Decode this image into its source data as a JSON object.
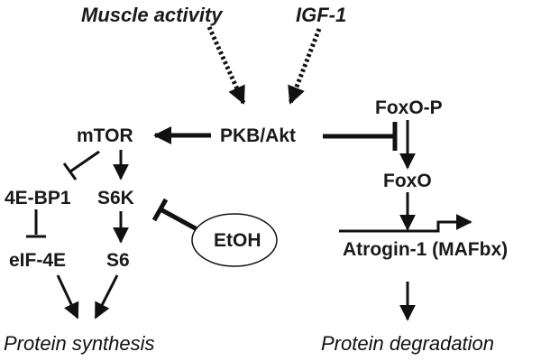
{
  "inputs": {
    "muscle_activity": "Muscle activity",
    "igf1": "IGF-1"
  },
  "nodes": {
    "pkb_akt": "PKB/Akt",
    "mtor": "mTOR",
    "foxo_p": "FoxO-P",
    "foxo": "FoxO",
    "four_e_bp1": "4E-BP1",
    "s6k": "S6K",
    "eif_4e": "eIF-4E",
    "s6": "S6",
    "etoh": "EtOH",
    "atrogin": "Atrogin-1 (MAFbx)"
  },
  "outcomes": {
    "protein_synthesis": "Protein synthesis",
    "protein_degradation": "Protein degradation"
  },
  "edges": [
    {
      "from": "muscle_activity",
      "to": "pkb_akt",
      "kind": "dotted-activation"
    },
    {
      "from": "igf1",
      "to": "pkb_akt",
      "kind": "dotted-activation"
    },
    {
      "from": "pkb_akt",
      "to": "mtor",
      "kind": "activation"
    },
    {
      "from": "pkb_akt",
      "to": "foxo_p",
      "kind": "inhibition"
    },
    {
      "from": "foxo_p",
      "to": "foxo",
      "kind": "activation"
    },
    {
      "from": "foxo",
      "to": "atrogin",
      "kind": "activation"
    },
    {
      "from": "atrogin",
      "to": "protein_degradation",
      "kind": "activation"
    },
    {
      "from": "mtor",
      "to": "four_e_bp1",
      "kind": "inhibition"
    },
    {
      "from": "mtor",
      "to": "s6k",
      "kind": "activation"
    },
    {
      "from": "four_e_bp1",
      "to": "eif_4e",
      "kind": "inhibition"
    },
    {
      "from": "s6k",
      "to": "s6",
      "kind": "activation"
    },
    {
      "from": "etoh",
      "to": "s6k",
      "kind": "inhibition"
    },
    {
      "from": "eif_4e",
      "to": "protein_synthesis",
      "kind": "activation"
    },
    {
      "from": "s6",
      "to": "protein_synthesis",
      "kind": "activation"
    }
  ]
}
